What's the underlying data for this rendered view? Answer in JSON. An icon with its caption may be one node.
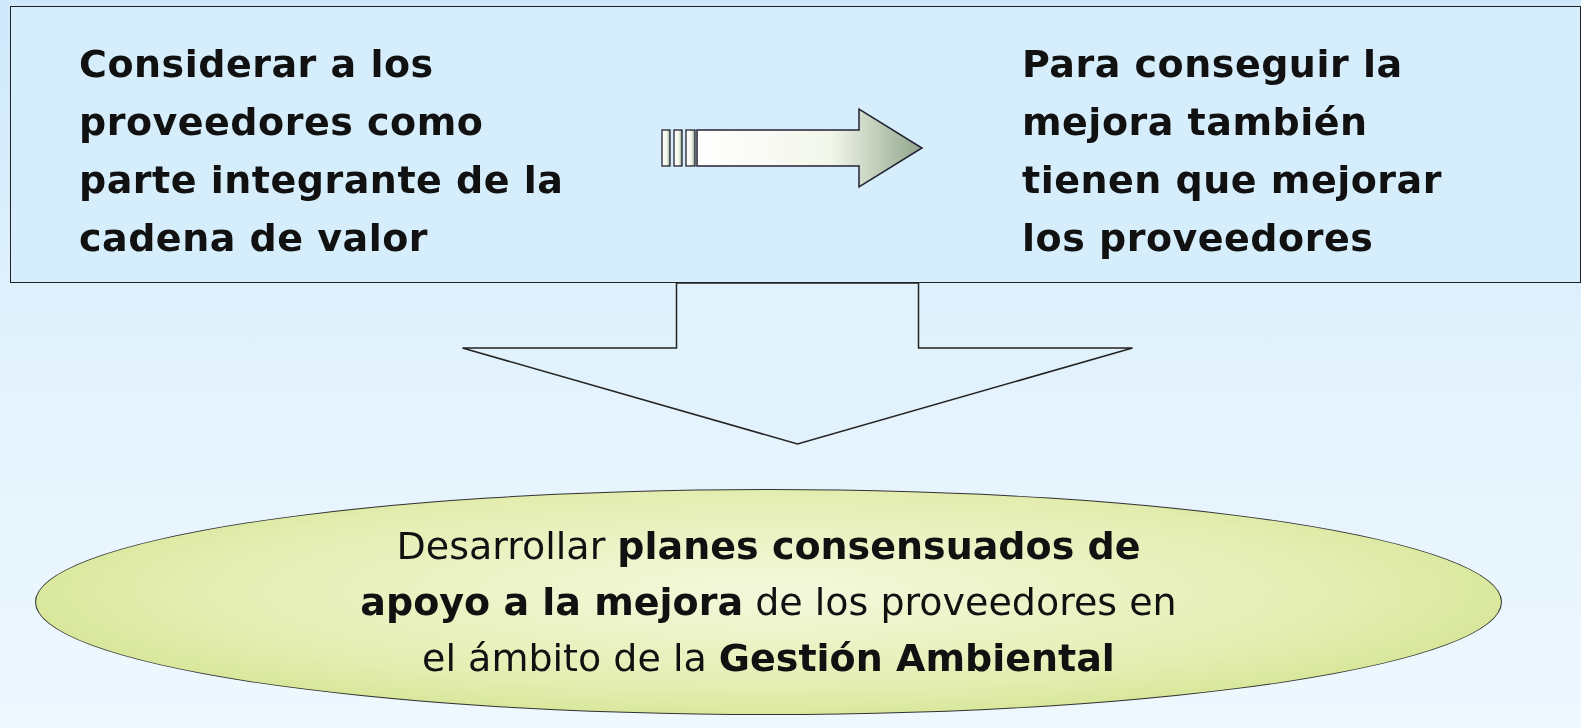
{
  "diagram": {
    "nodes": [
      {
        "text": [],
        "shape": "box"
      },
      {
        "text": [
          "Considerar a los proveedores como parte integrante de la cadena de valor"
        ],
        "in": 0
      },
      {
        "text": [
          "Para conseguir la mejora también tienen que mejorar los proveedores"
        ],
        "in": 0
      },
      {
        "text": [
          "Desarrollar **planes consensuados de apoyo a la mejora** de los proveedores en el ámbito de la **Gestión Ambiental**"
        ]
      }
    ],
    "edges": [
      {
        "from": 1,
        "to": 2,
        "arrow": "to"
      },
      {
        "from": 0,
        "to": 3,
        "arrow": "to"
      }
    ]
  }
}
